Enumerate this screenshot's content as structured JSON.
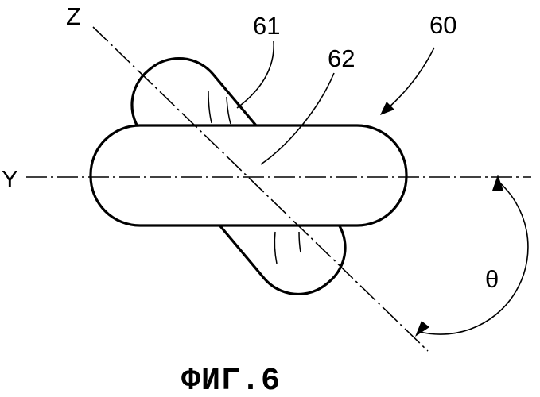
{
  "figure": {
    "caption": "ФИГ.6",
    "labels": {
      "axis_y": "Y",
      "axis_z": "Z",
      "ref_60": "60",
      "ref_61": "61",
      "ref_62": "62",
      "angle": "θ"
    }
  }
}
